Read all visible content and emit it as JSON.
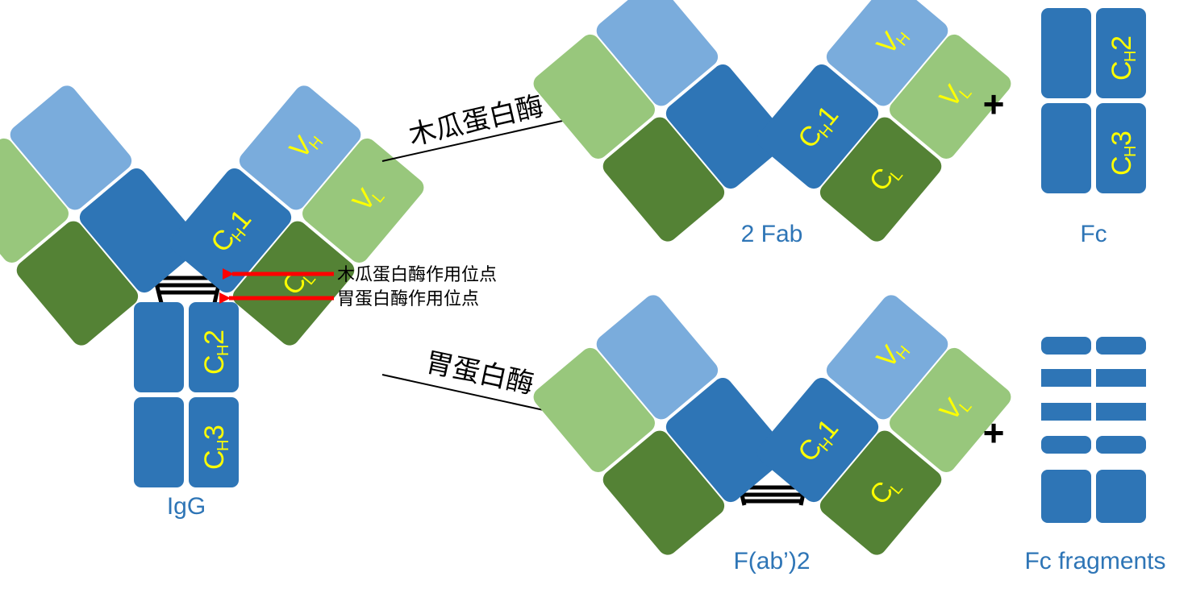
{
  "colors": {
    "heavy_variable": "#7aacdc",
    "heavy_constant": "#2e75b6",
    "light_variable": "#98c77c",
    "light_constant": "#548235",
    "domain_label": "#ffff00",
    "caption": "#2e75b6",
    "cleavage_arrow": "#ff0000"
  },
  "labels": {
    "igg": "IgG",
    "fab": "2 Fab",
    "fc": "Fc",
    "fab2": "F(ab’)2",
    "fc_fragments": "Fc fragments",
    "papain": "木瓜蛋白酶",
    "pepsin": "胃蛋白酶",
    "papain_site": "木瓜蛋白酶作用位点",
    "pepsin_site": "胃蛋白酶作用位点",
    "plus": "+"
  },
  "domains": {
    "v_main": "V",
    "c_main": "C",
    "sub_h": "H",
    "sub_l": "L",
    "n1": "1",
    "n2": "2",
    "n3": "3"
  }
}
